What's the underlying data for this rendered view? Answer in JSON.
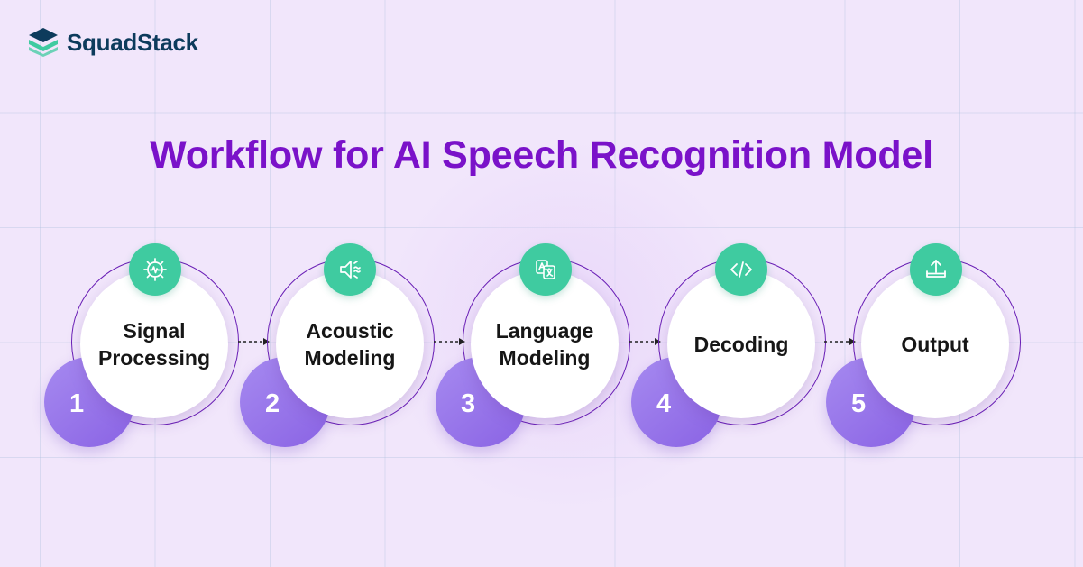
{
  "brand": {
    "name": "SquadStack",
    "logo_colors": {
      "top": "#0d3b5c",
      "bottom": "#3fcba0"
    }
  },
  "title": "Workflow for AI Speech Recognition Model",
  "colors": {
    "title": "#7a12c9",
    "icon_bg": "#3fcba0",
    "badge": "#8a63e4",
    "ring": "#6a1fb6",
    "background": "#f1e6fb"
  },
  "steps": [
    {
      "number": "1",
      "label": "Signal\nProcessing",
      "icon": "signal-settings-icon"
    },
    {
      "number": "2",
      "label": "Acoustic\nModeling",
      "icon": "speaker-sound-icon"
    },
    {
      "number": "3",
      "label": "Language\nModeling",
      "icon": "translate-icon"
    },
    {
      "number": "4",
      "label": "Decoding",
      "icon": "code-icon"
    },
    {
      "number": "5",
      "label": "Output",
      "icon": "upload-tray-icon"
    }
  ]
}
